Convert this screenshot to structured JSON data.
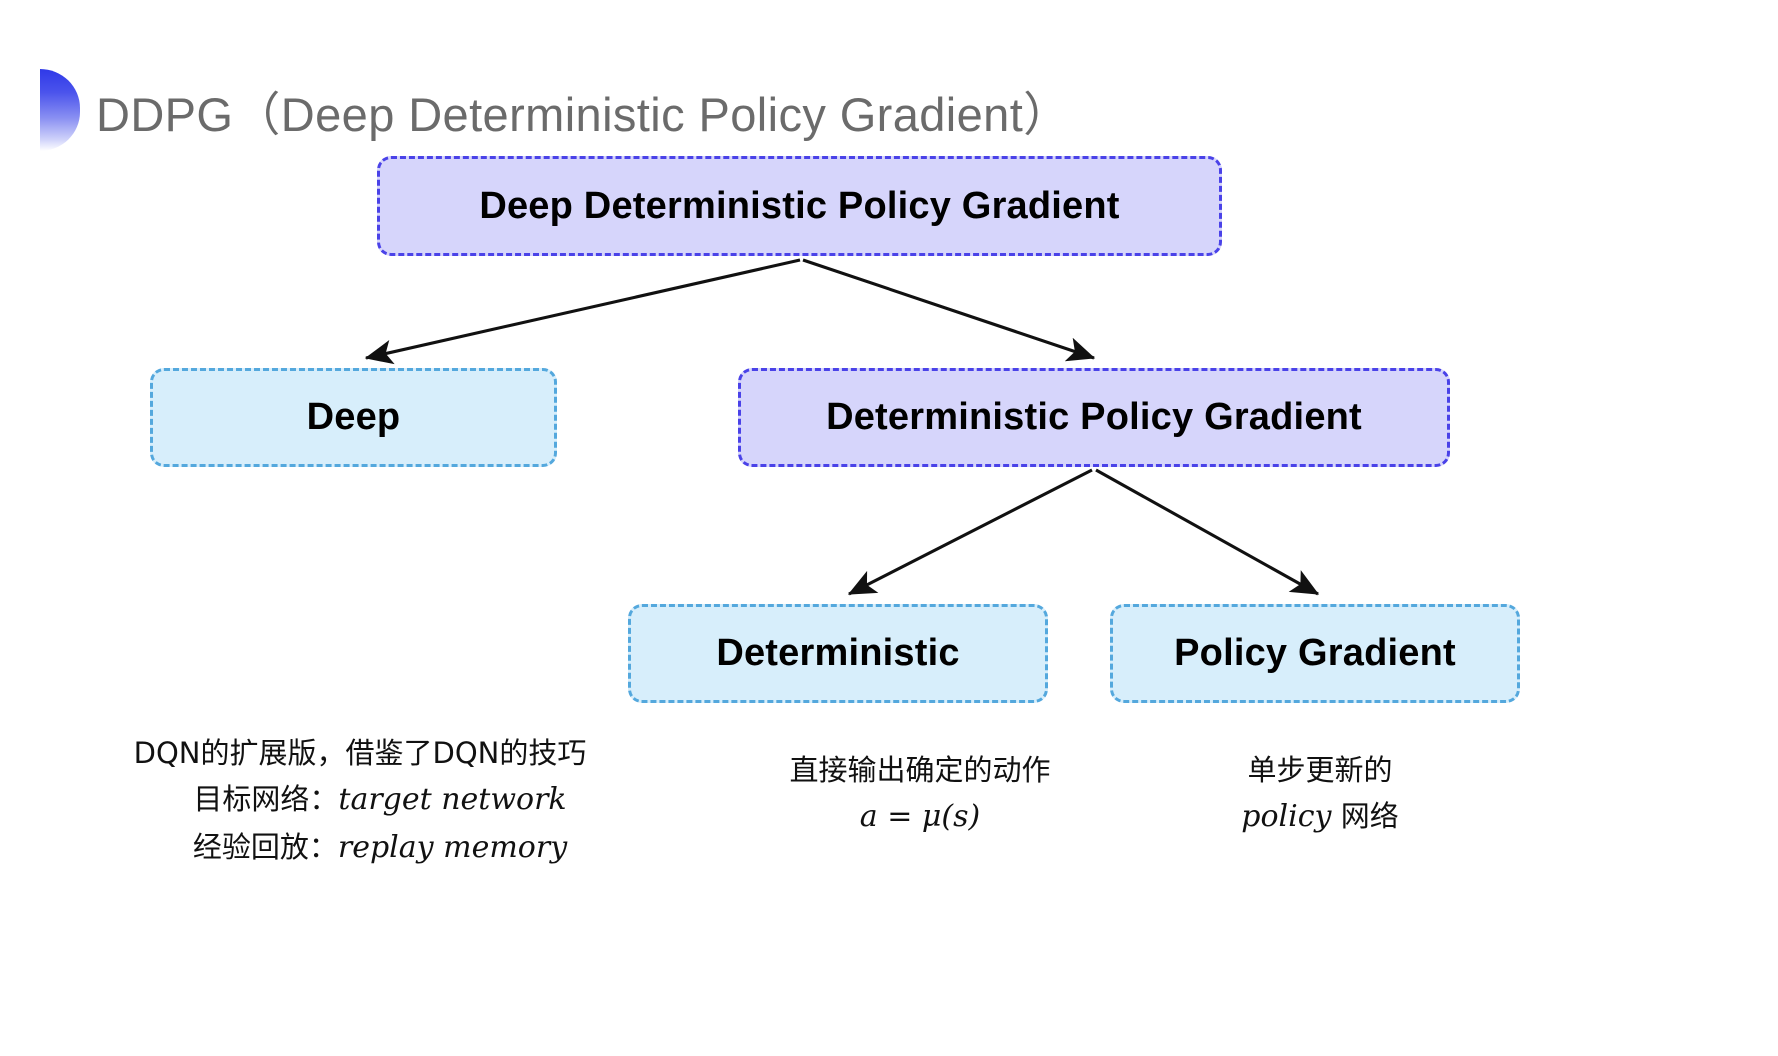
{
  "slide": {
    "title": "DDPG（Deep Deterministic Policy Gradient）",
    "accent_purple_fill": "#d6d5fb",
    "accent_purple_border": "#4a42e8",
    "accent_cyan_fill": "#d7eefb",
    "accent_cyan_border": "#54a8dd",
    "title_color": "#6b6b6b",
    "background": "#ffffff"
  },
  "diagram": {
    "type": "tree",
    "nodes": [
      {
        "id": "root",
        "label": "Deep Deterministic Policy Gradient",
        "style": "purple"
      },
      {
        "id": "deep",
        "label": "Deep",
        "style": "cyan"
      },
      {
        "id": "dpg",
        "label": "Deterministic Policy Gradient",
        "style": "purple"
      },
      {
        "id": "deterministic",
        "label": "Deterministic",
        "style": "cyan"
      },
      {
        "id": "policy_gradient",
        "label": "Policy Gradient",
        "style": "cyan"
      }
    ],
    "edges": [
      {
        "from": "root",
        "to": "deep"
      },
      {
        "from": "root",
        "to": "dpg"
      },
      {
        "from": "dpg",
        "to": "deterministic"
      },
      {
        "from": "dpg",
        "to": "policy_gradient"
      }
    ]
  },
  "captions": {
    "deep": {
      "line1": "DQN的扩展版，借鉴了DQN的技巧",
      "line2_label": "目标网络：",
      "line2_term": "target network",
      "line3_label": "经验回放：",
      "line3_term": "replay memory"
    },
    "deterministic": {
      "line1": "直接输出确定的动作",
      "formula": "a = μ(s)"
    },
    "policy_gradient": {
      "line1": "单步更新的",
      "line2_term": "policy",
      "line2_suffix": " 网络"
    }
  }
}
